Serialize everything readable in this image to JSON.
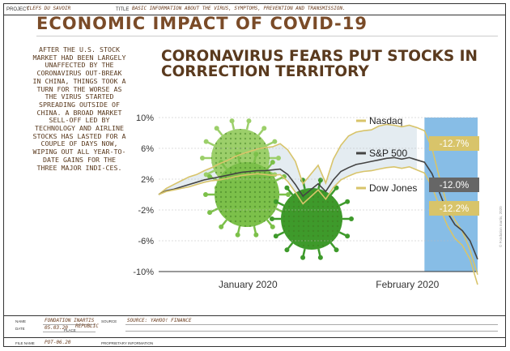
{
  "header": {
    "project_label": "PROJECT",
    "project_value": "CLEFS DU SAVOIR",
    "title_label": "TITLE",
    "title_value": "BASIC INFORMATION ABOUT THE VIRUS, SYMPTOMS, PREVENTION AND TRANSMISSION."
  },
  "page": {
    "title": "ECONOMIC IMPACT OF COVID-19",
    "side_text": "AFTER THE U.S. STOCK MARKET HAD BEEN LARGELY UNAFFECTED BY THE CORONAVIRUS OUT-BREAK IN CHINA, THINGS TOOK A TURN FOR THE WORSE AS THE VIRUS STARTED SPREADING OUTSIDE OF CHINA. A BROAD MARKET SELL-OFF LED BY TECHNOLOGY AND AIRLINE STOCKS HAS LASTED FOR A COUPLE OF DAYS NOW, WIPING OUT ALL YEAR-TO-DATE GAINS FOR THE THREE MAJOR INDI-CES."
  },
  "colors": {
    "nasdaq": "#d8c46a",
    "sp500": "#444444",
    "dowjones": "#d8c46a",
    "highlight": "#87bde6",
    "virus": "#6db33f",
    "band": "#dfe9ef",
    "text_brown": "#5a3a1e"
  },
  "chart_data": {
    "type": "line",
    "title": "CORONAVIRUS FEARS PUT STOCKS IN CORRECTION TERRITORY",
    "xlabel": "",
    "ylabel": "",
    "x_tick_labels": [
      "January 2020",
      "February 2020"
    ],
    "y_ticks": [
      "10%",
      "6%",
      "2%",
      "-2%",
      "-6%",
      "-10%"
    ],
    "y_tick_values": [
      10,
      6,
      2,
      -2,
      -6,
      -10
    ],
    "ylim": [
      -10,
      10
    ],
    "legend_position": "right",
    "series": [
      {
        "name": "Nasdaq",
        "end_label": "-12.7%",
        "values": [
          0,
          0.8,
          1.3,
          1.8,
          2.3,
          2.6,
          3.1,
          3.5,
          4.0,
          4.4,
          4.9,
          5.3,
          5.6,
          5.9,
          6.1,
          6.2,
          6.6,
          5.8,
          4.3,
          1.4,
          2.6,
          3.8,
          1.5,
          4.6,
          6.4,
          7.6,
          8.1,
          8.3,
          8.4,
          8.9,
          9.1,
          9.0,
          8.8,
          9.0,
          8.7,
          8.3,
          6.0,
          2.1,
          -1.4,
          -3.3,
          -4.8,
          -7.2,
          -10.4
        ]
      },
      {
        "name": "S&P 500",
        "end_label": "-12.0%",
        "values": [
          0,
          0.5,
          0.7,
          1.0,
          1.3,
          1.6,
          1.9,
          2.1,
          2.3,
          2.5,
          2.7,
          2.9,
          3.0,
          3.1,
          3.1,
          3.2,
          3.3,
          2.6,
          1.3,
          -0.2,
          0.6,
          1.4,
          0.4,
          1.9,
          3.0,
          3.5,
          3.9,
          4.1,
          4.3,
          4.5,
          4.7,
          4.8,
          4.6,
          4.8,
          4.5,
          4.2,
          2.7,
          0.2,
          -2.3,
          -3.9,
          -4.7,
          -6.0,
          -8.4
        ]
      },
      {
        "name": "Dow Jones",
        "end_label": "-12.2%",
        "values": [
          0,
          0.4,
          0.6,
          0.8,
          1.0,
          1.3,
          1.6,
          1.8,
          1.9,
          2.1,
          2.3,
          2.5,
          2.6,
          2.7,
          2.6,
          2.5,
          2.6,
          1.7,
          0.3,
          -1.2,
          -0.3,
          0.6,
          -0.6,
          0.9,
          1.9,
          2.4,
          2.8,
          3.0,
          3.1,
          3.3,
          3.5,
          3.6,
          3.4,
          3.6,
          3.2,
          2.8,
          1.0,
          -1.6,
          -4.0,
          -5.7,
          -6.6,
          -8.4,
          -11.7
        ]
      }
    ]
  },
  "footer": {
    "name_label": "NAME",
    "name_value": "FONDATION INARTIS",
    "date_label": "DATE",
    "date_value": "05.03.20",
    "place_label": "PLACE",
    "place_value": "REPUBLIC",
    "source_label": "SOURCE",
    "source_value": "SOURCE: YAHOO! FINANCE",
    "file_label": "FILE NAME",
    "file_value": "POT-06.20",
    "proprietary": "PROPRIETARY INFORMATION",
    "copyright": "© Fondation Inartis, 2020"
  }
}
